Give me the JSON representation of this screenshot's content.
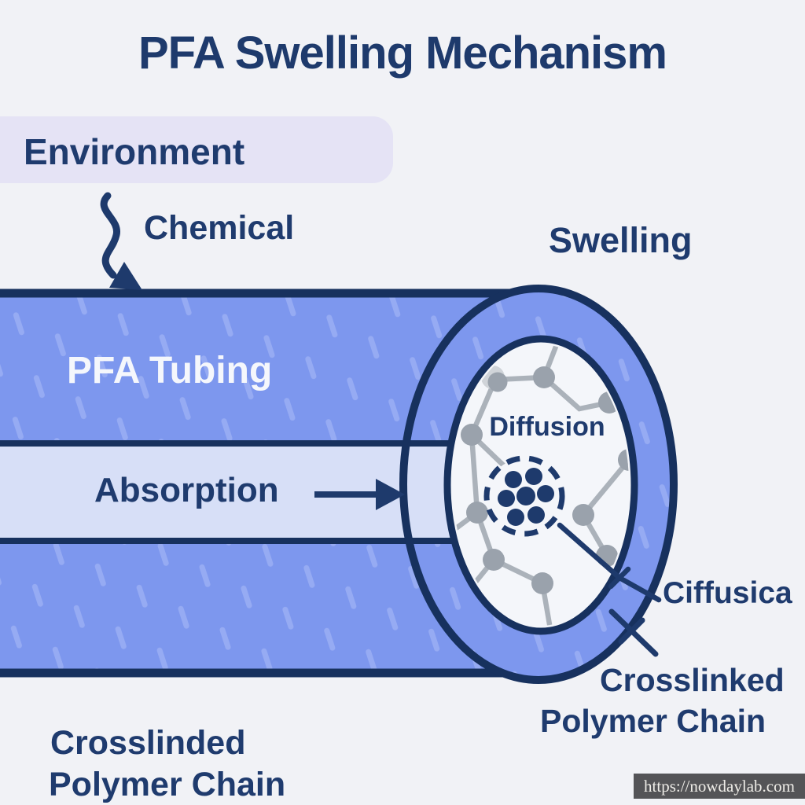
{
  "title": "PFA Swelling Mechanism",
  "diagram": {
    "environment_label": "Environment",
    "chemical_label": "Chemical",
    "swelling_label": "Swelling",
    "tube_label": "PFA Tubing",
    "absorption_label": "Absorption",
    "diffusion_label": "Diffusion",
    "callout_diffusica": "Ciffusica",
    "callout_right": {
      "line1": "Crosslinked",
      "line2": "Polymer Chain"
    },
    "callout_left": {
      "line1": "Crosslinded",
      "line2": "Polymer Chain"
    }
  },
  "watermark": {
    "url_text": "https://nowdaylab.com"
  },
  "icons": {
    "chemical_arrow": "squiggle-arrow-down-icon",
    "absorption_arrow": "arrow-right-icon"
  },
  "colors": {
    "background": "#F1F2F6",
    "navy_text": "#1F3B6E",
    "outline_navy": "#17315E",
    "tube_wall_blue": "#7D97EE",
    "tube_wall_hatch": "#A2B4F5",
    "tube_bore_light": "#D7DFF7",
    "environment_box": "#E5E3F5",
    "tube_label_text": "#F5F7FC",
    "cross_section_bg": "#F4F6FA",
    "polymer_node_gray": "#9AA2AC",
    "polymer_link_gray": "#ABB2BA",
    "watermark_bg": "#48484A",
    "watermark_text": "#EFEDE8"
  }
}
